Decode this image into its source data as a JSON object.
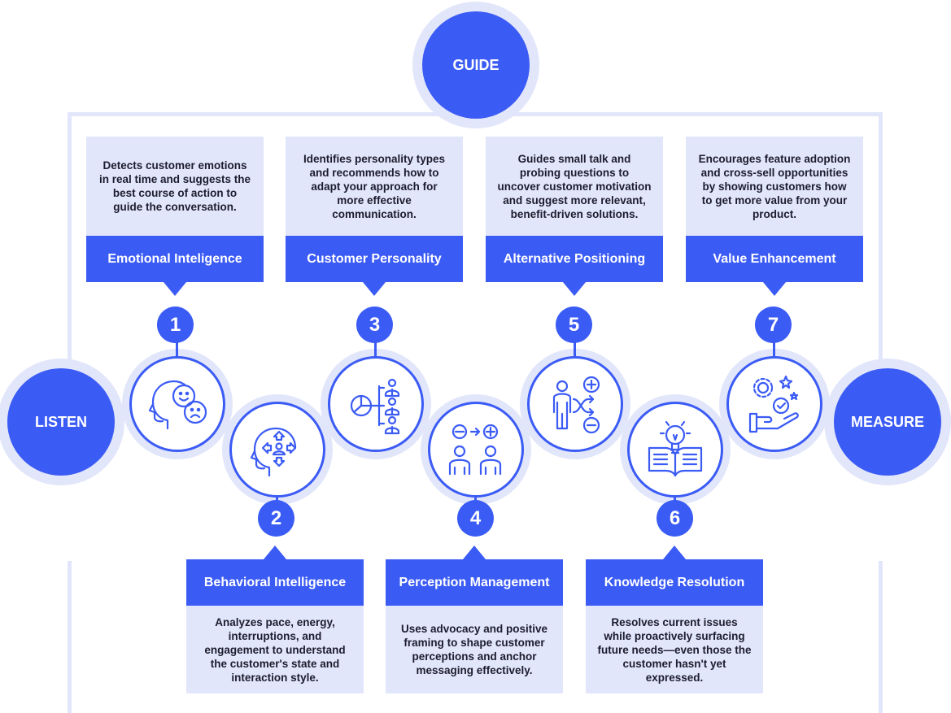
{
  "anchors": {
    "guide": "GUIDE",
    "listen": "LISTEN",
    "measure": "MEASURE"
  },
  "steps": [
    {
      "number": "1",
      "title": "Emotional Inteligence",
      "description": "Detects customer emotions in real time and suggests the best course of action to guide the conversation.",
      "icon": "emotion-faces-icon"
    },
    {
      "number": "2",
      "title": "Behavioral Intelligence",
      "description": "Analyzes pace, energy, interruptions, and engagement to understand the customer's state and interaction style.",
      "icon": "behavior-head-icon"
    },
    {
      "number": "3",
      "title": "Customer Personality",
      "description": "Identifies personality types and recommends how to adapt your approach for more effective communication.",
      "icon": "personality-pie-icon"
    },
    {
      "number": "4",
      "title": "Perception Management",
      "description": "Uses advocacy and positive framing to shape customer perceptions and anchor messaging effectively.",
      "icon": "perception-people-icon"
    },
    {
      "number": "5",
      "title": "Alternative Positioning",
      "description": "Guides small talk and probing questions to uncover customer motivation and suggest more relevant, benefit-driven solutions.",
      "icon": "positioning-person-icon"
    },
    {
      "number": "6",
      "title": "Knowledge Resolution",
      "description": "Resolves current issues while proactively surfacing future needs—even those the customer hasn't yet expressed.",
      "icon": "knowledge-book-icon"
    },
    {
      "number": "7",
      "title": "Value Enhancement",
      "description": "Encourages feature adoption and cross-sell opportunities by showing customers how to get more value from your product.",
      "icon": "value-hand-icon"
    }
  ],
  "colors": {
    "primary": "#3b5bf5",
    "light": "#e2e6fa",
    "text": "#1c1c2e"
  }
}
